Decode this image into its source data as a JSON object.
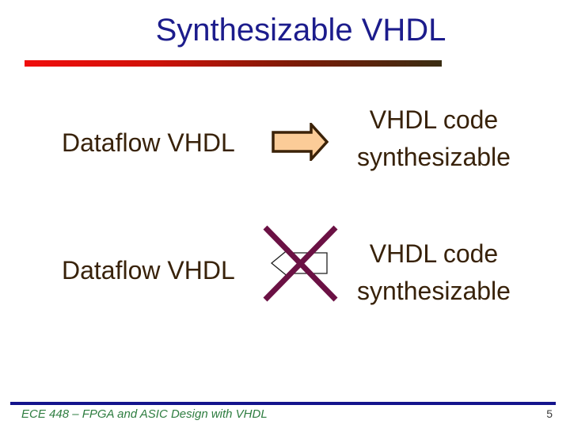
{
  "slide": {
    "title": "Synthesizable VHDL",
    "rows": [
      {
        "left_label": "Dataflow VHDL",
        "right_line1": "VHDL code",
        "right_line2": "synthesizable",
        "arrow_icon": "right-block-arrow",
        "crossed_out": false
      },
      {
        "left_label": "Dataflow VHDL",
        "right_line1": "VHDL code",
        "right_line2": "synthesizable",
        "arrow_icon": "left-block-arrow-crossed",
        "crossed_out": true
      }
    ],
    "footer": {
      "course_label": "ECE 448 – FPGA and ASIC Design with VHDL",
      "page_number": "5"
    },
    "colors": {
      "title_text": "#1C1C8C",
      "body_text": "#38220A",
      "arrow_fill": "#FBCC98",
      "arrow_outline": "#3B2208",
      "cross_stroke": "#6B1144",
      "footer_text": "#2E7D40",
      "footer_rule": "#14148C",
      "title_rule_gradient_left": "#F00D0C",
      "title_rule_gradient_right": "#3A2D12",
      "page_number_text": "#3A3A3A"
    }
  }
}
